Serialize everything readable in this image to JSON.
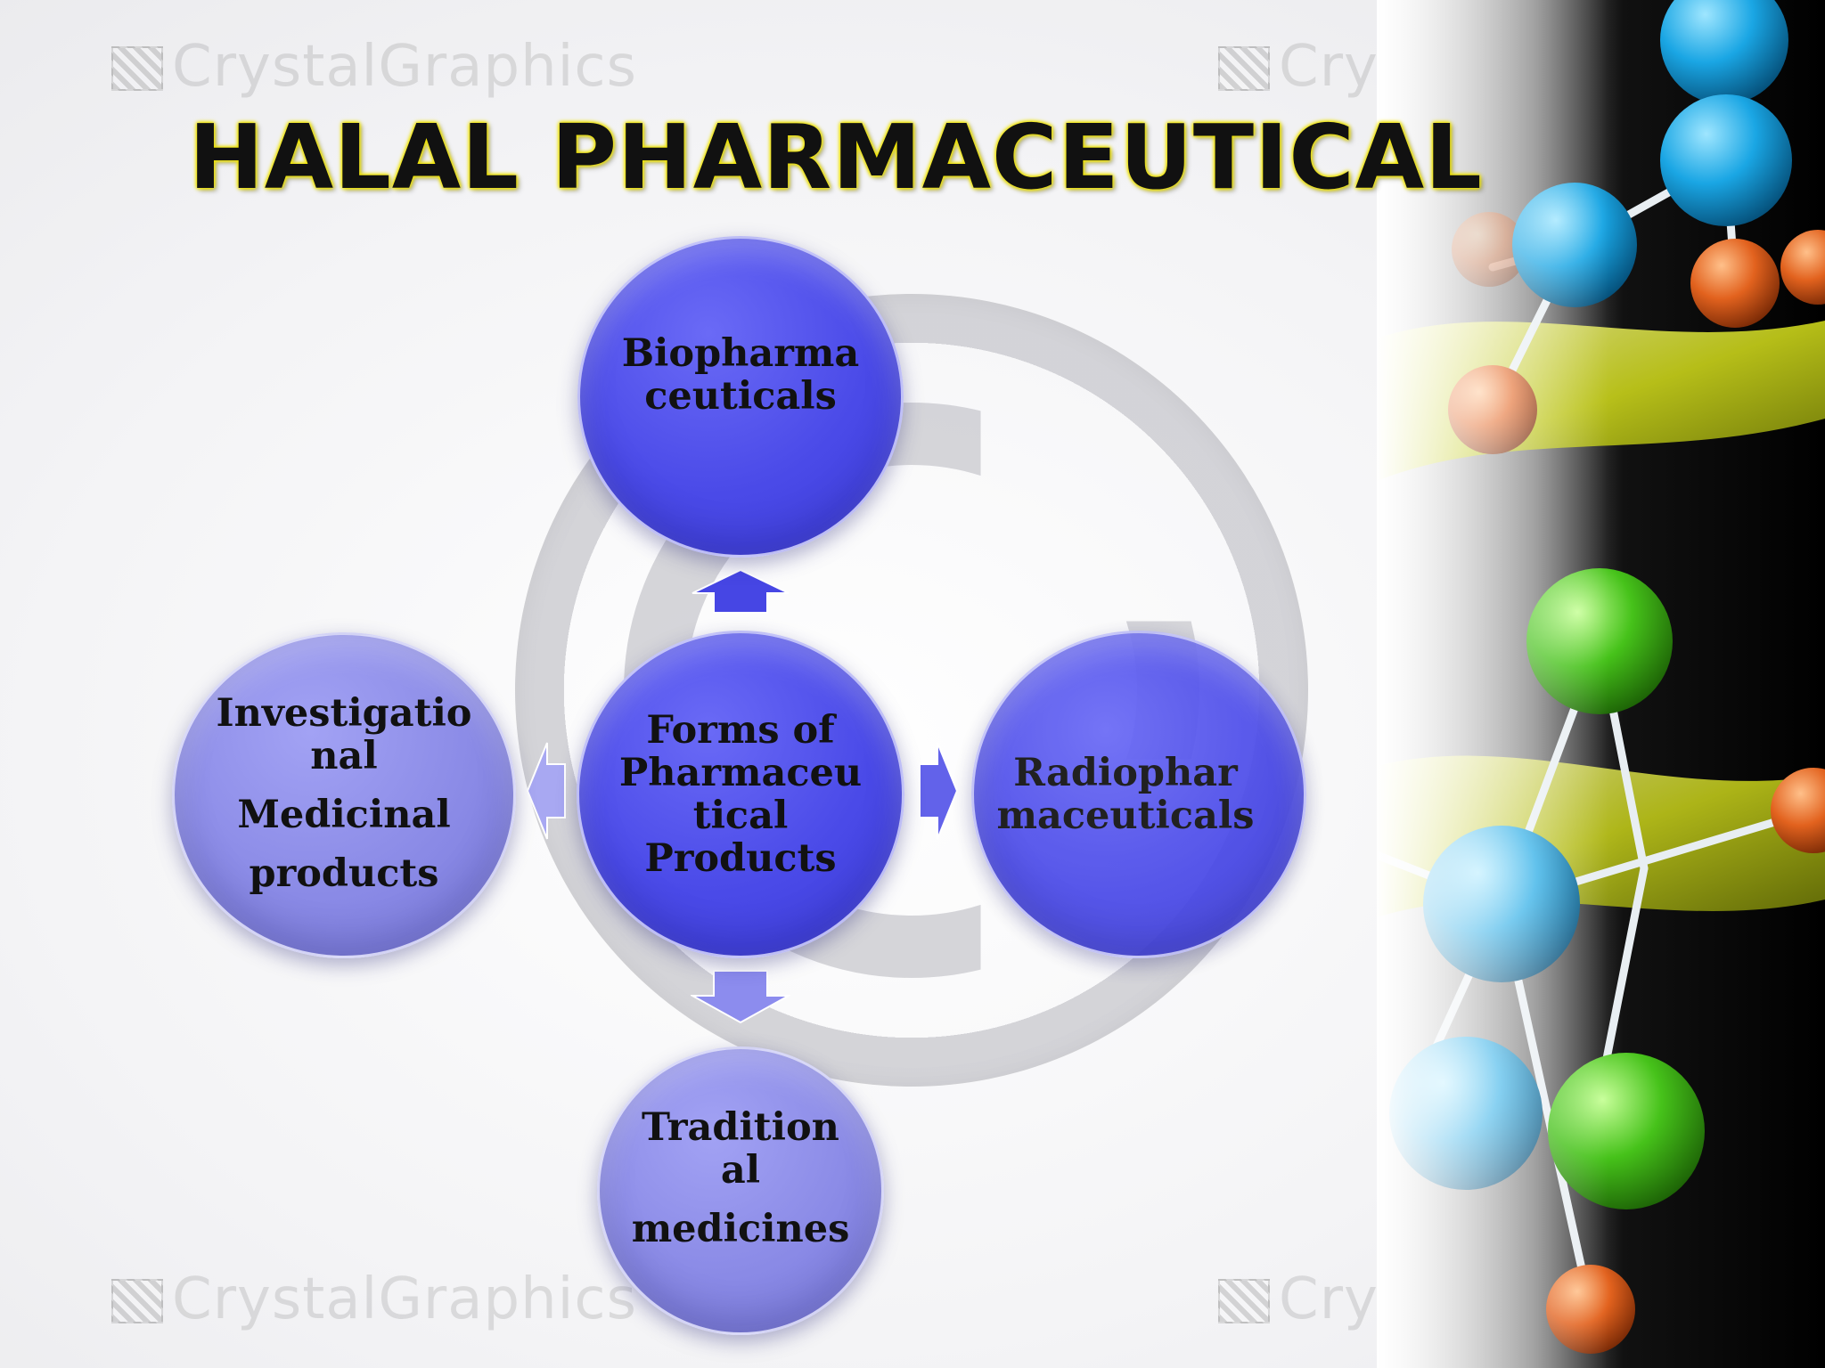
{
  "slide": {
    "title": "HALAL PHARMACEUTICAL",
    "watermark": "CrystalGraphics"
  },
  "diagram": {
    "center": {
      "lines": [
        "Forms of",
        "Pharmaceu",
        "tical",
        "Products"
      ]
    },
    "nodes": [
      {
        "id": "top",
        "lines": [
          "Biopharma",
          "ceuticals"
        ]
      },
      {
        "id": "right",
        "lines": [
          "Radiophar",
          "maceuticals"
        ]
      },
      {
        "id": "bottom",
        "lines": [
          "Tradition",
          "al",
          "medicines"
        ]
      },
      {
        "id": "left",
        "lines": [
          "Investigatio",
          "nal",
          "Medicinal",
          "products"
        ]
      }
    ]
  },
  "colors": {
    "title_text": "#111111",
    "title_glow": "#f2e600",
    "node_dark": "#4a4ae8",
    "node_light": "#8a8ae6"
  }
}
